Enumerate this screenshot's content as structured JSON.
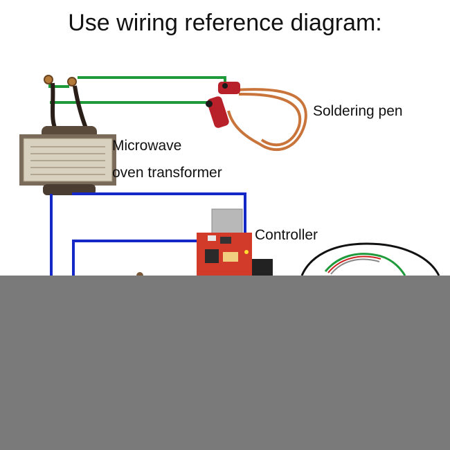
{
  "title": "Use wiring reference diagram:",
  "labels": {
    "soldering_pen": "Soldering pen",
    "microwave_line1": "Microwave",
    "microwave_line2": "oven transformer",
    "controller": "Controller"
  },
  "colors": {
    "green_wire": "#1e9a3a",
    "blue_wire": "#1428c8",
    "copper_cable": "#c8743a",
    "transformer_core": "#5a4a3c",
    "transformer_label": "#d9d1c0",
    "pcb": "#d23a2a",
    "heatsink": "#b8b8b8",
    "panel": "#7a7a7a"
  },
  "icons": {
    "transformer": "transformer-icon",
    "pen": "soldering-pen-icon",
    "controller": "controller-board-icon"
  }
}
